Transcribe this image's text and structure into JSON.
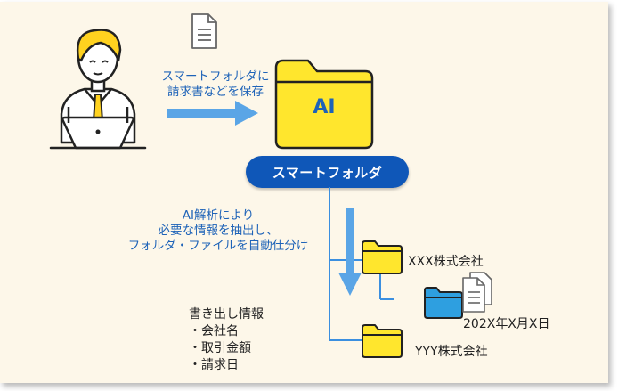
{
  "upload_caption": {
    "line1": "スマートフォルダに",
    "line2": "請求書などを保存"
  },
  "ai_folder": {
    "label": "AI"
  },
  "smart_folder": {
    "label": "スマートフォルダ"
  },
  "analysis_caption": {
    "line1": "AI解析により",
    "line2": "必要な情報を抽出し、",
    "line3": "フォルダ・ファイルを自動仕分け"
  },
  "folders": {
    "xxx": {
      "label": "XXX株式会社"
    },
    "date": {
      "label": "202X年X月X日"
    },
    "yyy": {
      "label": "YYY株式会社"
    }
  },
  "export_info": {
    "title": "書き出し情報",
    "items": [
      "・会社名",
      "・取引金額",
      "・請求日"
    ]
  },
  "icons": {
    "person": "person-at-laptop-icon",
    "document": "document-icon",
    "ai_folder": "folder-icon",
    "company_folder": "folder-icon",
    "date_folder": "folder-icon"
  },
  "colors": {
    "background": "#fdf7e9",
    "accent_blue": "#1e63b8",
    "pill_blue": "#0f57b8",
    "arrow_blue": "#5aa5e6",
    "folder_yellow": "#ffe62d",
    "folder_cyan": "#2e9fe0",
    "tree_line": "#3b8fe0"
  }
}
